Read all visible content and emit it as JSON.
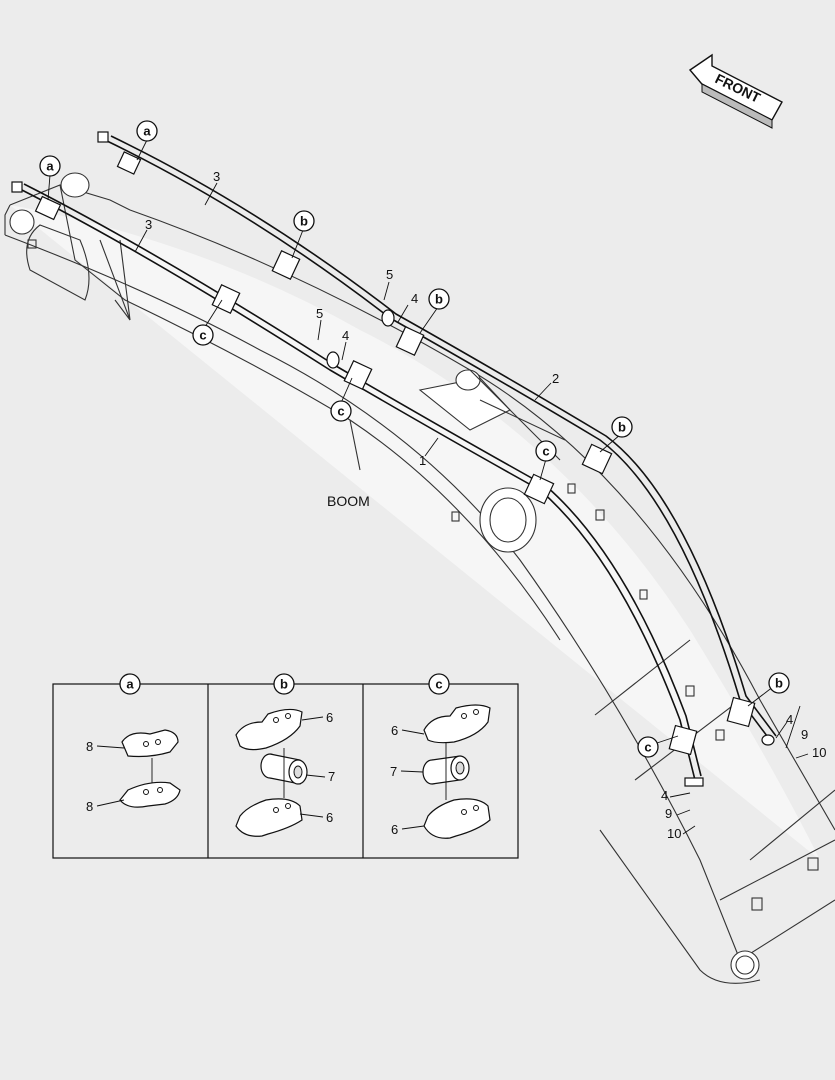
{
  "orientation": {
    "label": "FRONT",
    "icon": "front-arrow-icon"
  },
  "component_label": "BOOM",
  "callouts": {
    "a": "a",
    "b": "b",
    "c": "c"
  },
  "part_numbers": {
    "p1": "1",
    "p2": "2",
    "p3": "3",
    "p4": "4",
    "p5": "5",
    "p6": "6",
    "p7": "7",
    "p8": "8",
    "p9": "9",
    "p10": "10"
  },
  "detail_views": [
    {
      "key": "a",
      "parts": [
        "8",
        "8"
      ]
    },
    {
      "key": "b",
      "parts": [
        "6",
        "7",
        "6"
      ]
    },
    {
      "key": "c",
      "parts": [
        "6",
        "7",
        "6"
      ]
    }
  ],
  "colors": {
    "background": "#ececec",
    "line": "#111111",
    "fill": "#ffffff"
  }
}
